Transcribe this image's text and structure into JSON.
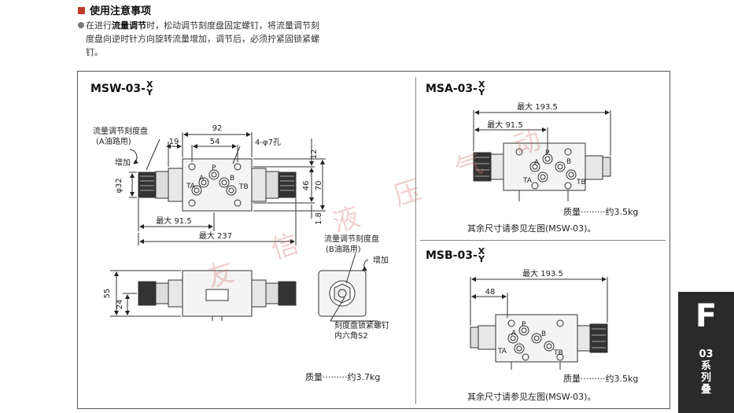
{
  "header": {
    "title": "使用注意事项"
  },
  "notes": {
    "line1_pre": "在进行",
    "line1_bold": "流量调节",
    "line1_post": "时，松动调节刻度盘固定螺钉，将流量调节刻",
    "line2": "度盘向逆时针方向旋转流量增加，调节后，必须拧紧固锁紧螺",
    "line3": "钉。"
  },
  "msw": {
    "model_prefix": "MSW-03-",
    "x": "X",
    "y": "Y",
    "dial_label_1": "流量调节刻度盘",
    "dial_label_2": "(A油路用)",
    "increase": "增加",
    "dim_92": "92",
    "dim_54": "54",
    "dim_19": "19",
    "holes": "4-φ7孔",
    "dim_12": "12",
    "dim_46": "46",
    "dim_70": "70",
    "dim_18": "1.8",
    "dim_phi32": "φ32",
    "dim_max915": "最大 91.5",
    "dim_max237": "最大 237",
    "port_p": "P",
    "port_a": "A",
    "port_b": "B",
    "port_ta": "TA",
    "port_tb": "TB",
    "dial_label_b1": "流量调节刻度盘",
    "dial_label_b2": "(B油路用)",
    "increase_b": "增加",
    "dim_55": "55",
    "dim_24": "24",
    "screw_1": "刻度盘锁紧螺钉",
    "screw_2": "内六角S2",
    "weight": "质量·········约3.7kg"
  },
  "msa": {
    "model_prefix": "MSA-03-",
    "x": "X",
    "y": "Y",
    "dim_max1935": "最大 193.5",
    "dim_max915": "最大 91.5",
    "port_p": "P",
    "port_a": "A",
    "port_b": "B",
    "port_ta": "TA",
    "port_tb": "TB",
    "weight": "质量·········约3.5kg",
    "ref": "其余尺寸请参见左图(MSW-03)。"
  },
  "msb": {
    "model_prefix": "MSB-03-",
    "x": "X",
    "y": "Y",
    "dim_max1935": "最大 193.5",
    "dim_48": "48",
    "port_p": "P",
    "port_a": "A",
    "port_b": "B",
    "port_ta": "TA",
    "port_tb": "TB",
    "weight": "质量·········约3.5kg",
    "ref": "其余尺寸请参见左图(MSW-03)。"
  },
  "watermark": [
    "友",
    "信",
    "液",
    "压",
    "气",
    "动"
  ],
  "sidebar": {
    "letter": "F",
    "number": "03",
    "text_1": "系",
    "text_2": "列",
    "text_3": "叠"
  },
  "colors": {
    "accent": "#c0392b",
    "watermark": "#d67878",
    "sidebar": "#2a2a2a"
  }
}
